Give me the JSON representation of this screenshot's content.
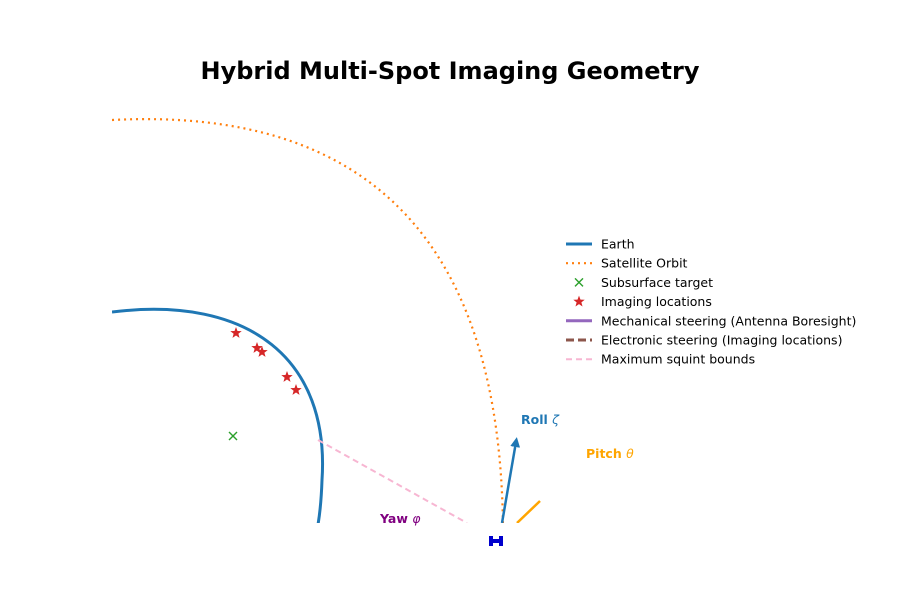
{
  "title": "Hybrid Multi-Spot Imaging Geometry",
  "colors": {
    "earth": "#1f77b4",
    "orbit": "#ff7f0e",
    "target": "#2ca02c",
    "imaging": "#d62728",
    "mechanical": "#9467bd",
    "electronic": "#8c564b",
    "squint": "#f7b6d2",
    "roll": "#1f77b4",
    "pitch": "#ffa500",
    "yaw": "#800080",
    "satellite": "#0000cd"
  },
  "annotations": {
    "roll": {
      "label": "Roll",
      "symbol": "ζ"
    },
    "pitch": {
      "label": "Pitch",
      "symbol": "θ"
    },
    "yaw": {
      "label": "Yaw",
      "symbol": "φ"
    }
  },
  "legend": [
    {
      "key": "earth",
      "label": "Earth",
      "style": "line-solid",
      "color": "#1f77b4"
    },
    {
      "key": "orbit",
      "label": "Satellite Orbit",
      "style": "line-dotted",
      "color": "#ff7f0e"
    },
    {
      "key": "target",
      "label": "Subsurface target",
      "style": "marker-x",
      "color": "#2ca02c"
    },
    {
      "key": "imaging",
      "label": "Imaging locations",
      "style": "marker-star",
      "color": "#d62728"
    },
    {
      "key": "mechanical",
      "label": "Mechanical steering (Antenna Boresight)",
      "style": "line-solid",
      "color": "#9467bd"
    },
    {
      "key": "electronic",
      "label": "Electronic steering (Imaging locations)",
      "style": "line-dashed",
      "color": "#8c564b"
    },
    {
      "key": "squint",
      "label": "Maximum squint bounds",
      "style": "line-dashed-light",
      "color": "#f7b6d2"
    }
  ]
}
